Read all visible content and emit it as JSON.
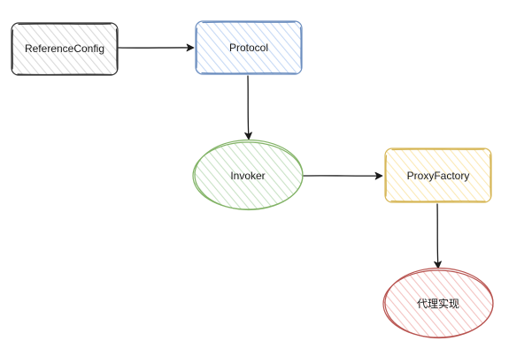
{
  "diagram": {
    "nodes": {
      "reference_config": {
        "label": "ReferenceConfig",
        "shape": "rounded-rect",
        "stroke": "#333333",
        "fill": "#e6e6e6"
      },
      "protocol": {
        "label": "Protocol",
        "shape": "rounded-rect",
        "stroke": "#6c8ebf",
        "fill": "#dae8fc"
      },
      "invoker": {
        "label": "Invoker",
        "shape": "ellipse",
        "stroke": "#82b366",
        "fill": "#d5e8d4"
      },
      "proxy_factory": {
        "label": "ProxyFactory",
        "shape": "rounded-rect",
        "stroke": "#d6b656",
        "fill": "#fff2cc"
      },
      "proxy_impl": {
        "label": "代理实现",
        "shape": "ellipse",
        "stroke": "#b85450",
        "fill": "#f8cecc"
      }
    },
    "edges": [
      {
        "from": "ReferenceConfig",
        "to": "Protocol"
      },
      {
        "from": "Protocol",
        "to": "Invoker"
      },
      {
        "from": "Invoker",
        "to": "ProxyFactory"
      },
      {
        "from": "ProxyFactory",
        "to": "代理实现"
      }
    ]
  }
}
